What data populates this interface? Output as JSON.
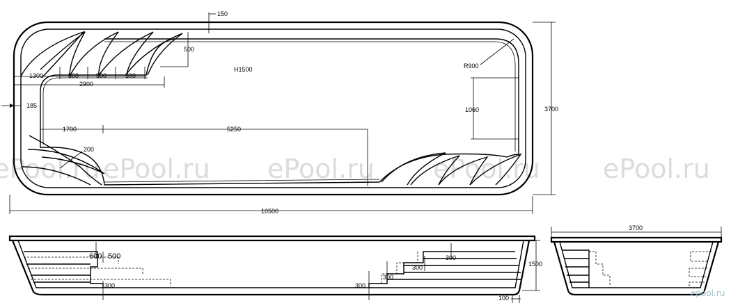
{
  "watermarks": [
    "ePool.ru",
    "ePool.ru",
    "ePool.ru",
    "ePool.ru",
    "ePool.ru"
  ],
  "logo_text": "epool.ru",
  "plan": {
    "depth_label": "H1500",
    "radius_label": "R900",
    "dim_150": "150",
    "dim_500_vert": "500",
    "dim_1300": "1300",
    "dim_500_a": "500",
    "dim_500_b": "500",
    "dim_500_c": "500",
    "dim_2900": "2900",
    "dim_185": "185",
    "dim_1700": "1700",
    "dim_5250": "5250",
    "dim_200": "200",
    "dim_1060": "1060",
    "dim_3700": "3700",
    "dim_10500": "10500"
  },
  "section": {
    "dim_600": "600",
    "dim_500": "500",
    "dim_300_left": "300",
    "dim_300_r1": "300",
    "dim_300_r2": "300",
    "dim_300_r3": "300",
    "dim_300_r4": "300",
    "dim_1500": "1500",
    "dim_100": "100"
  },
  "end_view": {
    "dim_3700": "3700"
  }
}
